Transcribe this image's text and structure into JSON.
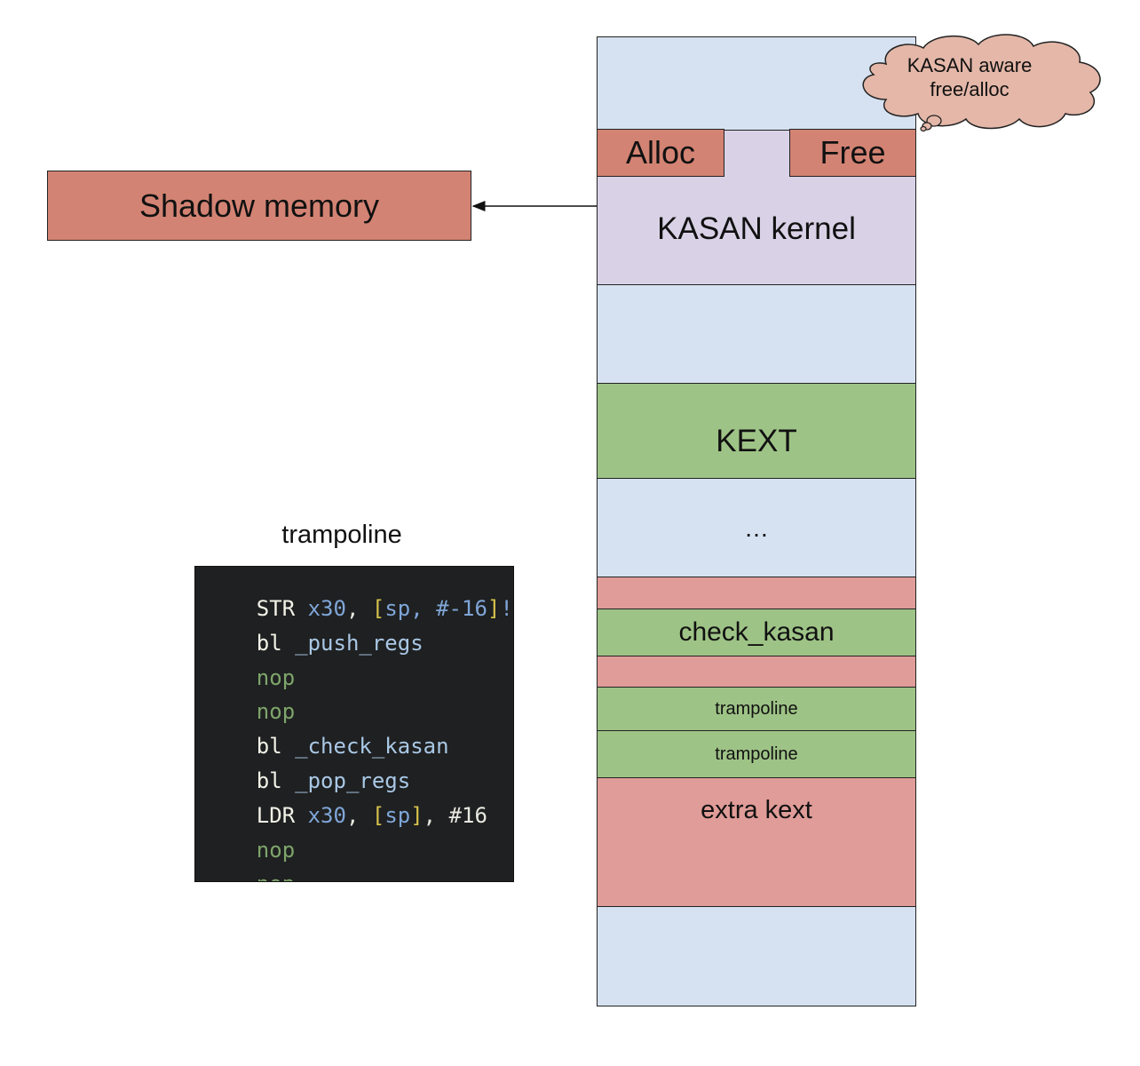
{
  "colors": {
    "blue_region": "#d6e2f1",
    "lavender_region": "#d9d2e7",
    "green_region": "#9ec386",
    "pink_region": "#e09c98",
    "salmon_box": "#d38373",
    "cloud_fill": "#e4b7a8",
    "code_background": "#1f2021"
  },
  "shadow_memory": {
    "label": "Shadow memory"
  },
  "cloud": {
    "line1": "KASAN aware",
    "line2": "free/alloc"
  },
  "memory": {
    "alloc_label": "Alloc",
    "free_label": "Free",
    "kasan_kernel_label": "KASAN kernel",
    "kext_label": "KEXT",
    "ellipsis_label": "…",
    "check_kasan_label": "check_kasan",
    "trampoline1_label": "trampoline",
    "trampoline2_label": "trampoline",
    "extra_kext_label": "extra kext"
  },
  "trampoline_panel": {
    "title": "trampoline",
    "lines": [
      {
        "op": "STR",
        "reg": " x30",
        "sep": ", ",
        "ob": "[",
        "arg": "sp, #-16",
        "cb": "]",
        "tail": "!"
      },
      {
        "op": "bl",
        "fn": " _push_regs"
      },
      {
        "nop": "nop"
      },
      {
        "nop": "nop"
      },
      {
        "op": "bl",
        "fn": " _check_kasan"
      },
      {
        "op": "bl",
        "fn": " _pop_regs"
      },
      {
        "op": "LDR",
        "reg": " x30",
        "sep": ", ",
        "ob": "[",
        "arg": "sp",
        "cb": "]",
        "tail": ", #16"
      },
      {
        "nop": "nop"
      },
      {
        "nop": "nop"
      }
    ]
  }
}
